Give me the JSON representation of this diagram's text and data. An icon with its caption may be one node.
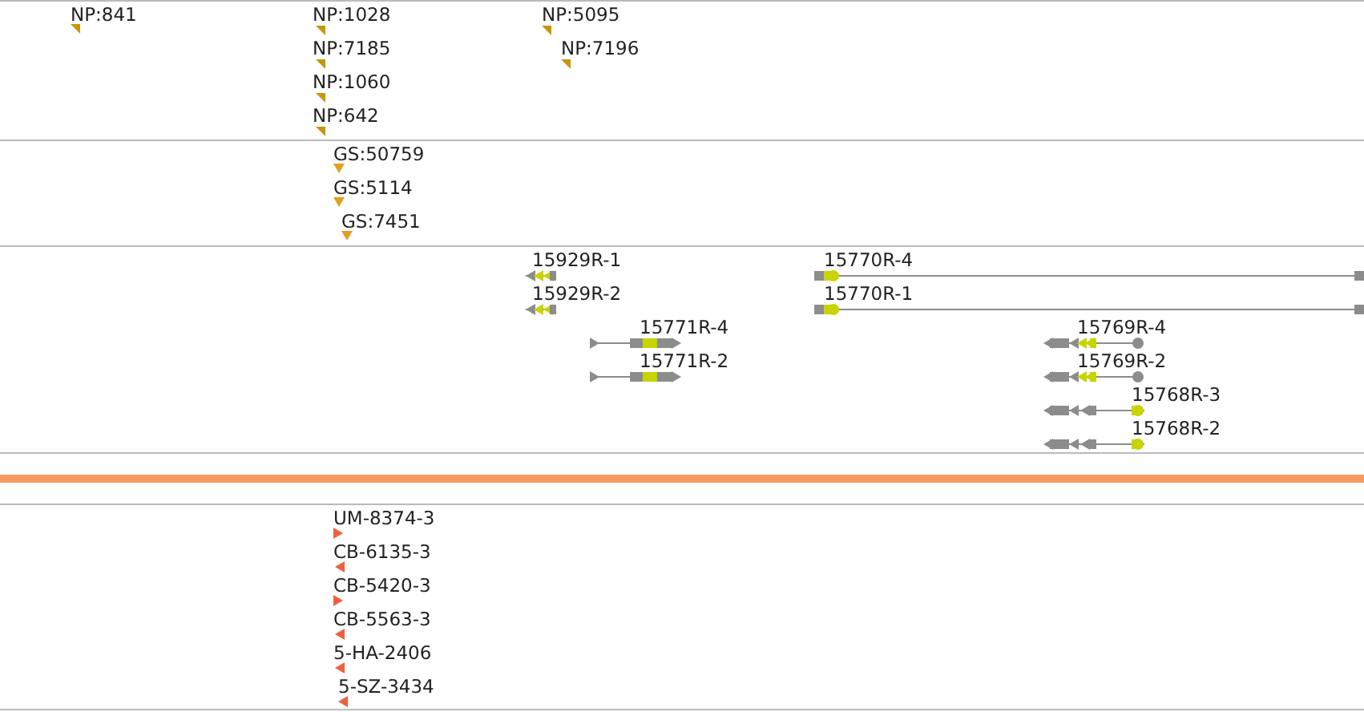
{
  "diagram": {
    "labels": [
      "NP:841",
      "NP:1028",
      "NP:5095",
      "NP:7185",
      "NP:7196",
      "NP:1060",
      "NP:642",
      "GS:50759",
      "GS:5114",
      "GS:7451",
      "15929R-1",
      "15770R-4",
      "15929R-2",
      "15770R-1",
      "15771R-4",
      "15769R-4",
      "15771R-2",
      "15769R-2",
      "15768R-3",
      "15768R-2",
      "UM-8374-3",
      "CB-6135-3",
      "CB-5420-3",
      "CB-5563-3",
      "5-HA-2406",
      "5-SZ-3434"
    ]
  }
}
